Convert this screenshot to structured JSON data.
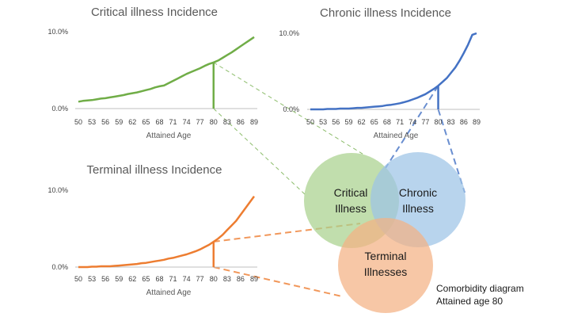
{
  "colors": {
    "critical": "#70ad47",
    "chronic": "#4472c4",
    "terminal": "#ed7d31",
    "critical_fill": "#a9d18e",
    "chronic_fill": "#9dc3e6",
    "terminal_fill": "#f4b183",
    "axis": "#bfbfbf"
  },
  "chart_data": [
    {
      "type": "line",
      "title": "Critical illness Incidence",
      "xlabel": "Attained Age",
      "ylabel": "",
      "x": [
        50,
        51,
        52,
        53,
        54,
        55,
        56,
        57,
        58,
        59,
        60,
        61,
        62,
        63,
        64,
        65,
        66,
        67,
        68,
        69,
        70,
        71,
        72,
        73,
        74,
        75,
        76,
        77,
        78,
        79,
        80,
        81,
        82,
        83,
        84,
        85,
        86,
        87,
        88,
        89
      ],
      "x_ticks": [
        "50",
        "53",
        "56",
        "59",
        "62",
        "65",
        "68",
        "71",
        "74",
        "77",
        "80",
        "83",
        "86",
        "89"
      ],
      "y_ticks": [
        "0.0%",
        "10.0%"
      ],
      "ylim": [
        0,
        10
      ],
      "series": [
        {
          "values": [
            0.9,
            1.0,
            1.05,
            1.1,
            1.2,
            1.3,
            1.35,
            1.45,
            1.55,
            1.65,
            1.75,
            1.9,
            2.0,
            2.1,
            2.25,
            2.4,
            2.55,
            2.75,
            2.9,
            3.0,
            3.3,
            3.6,
            3.9,
            4.2,
            4.5,
            4.75,
            5.0,
            5.25,
            5.55,
            5.8,
            6.0,
            6.25,
            6.6,
            6.95,
            7.3,
            7.7,
            8.1,
            8.5,
            8.9,
            9.3
          ]
        }
      ],
      "marker_x": 80
    },
    {
      "type": "line",
      "title": "Chronic illness Incidence",
      "xlabel": "Attained Age",
      "ylabel": "",
      "x": [
        50,
        51,
        52,
        53,
        54,
        55,
        56,
        57,
        58,
        59,
        60,
        61,
        62,
        63,
        64,
        65,
        66,
        67,
        68,
        69,
        70,
        71,
        72,
        73,
        74,
        75,
        76,
        77,
        78,
        79,
        80,
        81,
        82,
        83,
        84,
        85,
        86,
        87,
        88,
        89
      ],
      "x_ticks": [
        "50",
        "53",
        "56",
        "59",
        "62",
        "65",
        "68",
        "71",
        "74",
        "77",
        "80",
        "83",
        "86",
        "89"
      ],
      "y_ticks": [
        "0.0%",
        "10.0%"
      ],
      "ylim": [
        0,
        10
      ],
      "series": [
        {
          "values": [
            0.0,
            0.0,
            0.0,
            0.0,
            0.05,
            0.05,
            0.05,
            0.1,
            0.1,
            0.1,
            0.15,
            0.2,
            0.2,
            0.25,
            0.3,
            0.35,
            0.4,
            0.45,
            0.55,
            0.6,
            0.7,
            0.8,
            0.95,
            1.1,
            1.3,
            1.5,
            1.75,
            2.0,
            2.35,
            2.7,
            3.1,
            3.6,
            4.1,
            4.8,
            5.5,
            6.4,
            7.4,
            8.5,
            9.8,
            10.0
          ]
        }
      ],
      "marker_x": 80
    },
    {
      "type": "line",
      "title": "Terminal illness Incidence",
      "xlabel": "Attained Age",
      "ylabel": "",
      "x": [
        50,
        51,
        52,
        53,
        54,
        55,
        56,
        57,
        58,
        59,
        60,
        61,
        62,
        63,
        64,
        65,
        66,
        67,
        68,
        69,
        70,
        71,
        72,
        73,
        74,
        75,
        76,
        77,
        78,
        79,
        80,
        81,
        82,
        83,
        84,
        85,
        86,
        87,
        88,
        89
      ],
      "x_ticks": [
        "50",
        "53",
        "56",
        "59",
        "62",
        "65",
        "68",
        "71",
        "74",
        "77",
        "80",
        "83",
        "86",
        "89"
      ],
      "y_ticks": [
        "0.0%",
        "10.0%"
      ],
      "ylim": [
        0,
        10
      ],
      "series": [
        {
          "values": [
            0.0,
            0.0,
            0.0,
            0.05,
            0.05,
            0.1,
            0.1,
            0.1,
            0.15,
            0.2,
            0.25,
            0.3,
            0.35,
            0.4,
            0.5,
            0.55,
            0.65,
            0.75,
            0.85,
            0.95,
            1.1,
            1.2,
            1.35,
            1.5,
            1.65,
            1.85,
            2.05,
            2.3,
            2.6,
            2.9,
            3.3,
            3.7,
            4.2,
            4.8,
            5.4,
            6.0,
            6.8,
            7.6,
            8.4,
            9.2
          ]
        }
      ],
      "marker_x": 80
    }
  ],
  "venn": {
    "critical_label_line1": "Critical",
    "critical_label_line2": "Illness",
    "chronic_label_line1": "Chronic",
    "chronic_label_line2": "Illness",
    "terminal_label_line1": "Terminal",
    "terminal_label_line2": "Illnesses",
    "caption_line1": "Comorbidity diagram",
    "caption_line2": "Attained age 80"
  }
}
